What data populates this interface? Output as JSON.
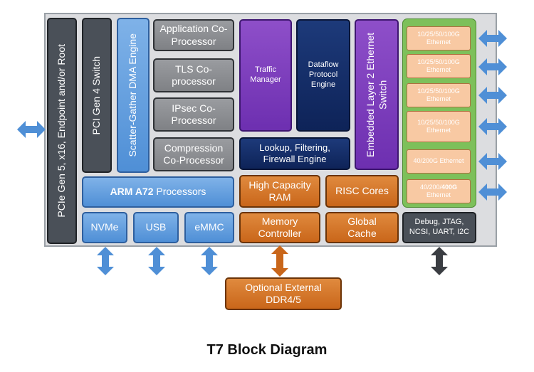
{
  "diagram": {
    "pcie": "PCIe Gen 5, x16, Endpoint and/or Root",
    "pci_switch": "PCI Gen 4 Switch",
    "dma": "Scatter-Gather DMA Engine",
    "app_coproc": "Application Co-Processor",
    "tls_coproc": "TLS Co-processor",
    "ipsec_coproc": "IPsec Co-Processor",
    "comp_coproc": "Compression Co-Processor",
    "traffic_manager": "Traffic Manager",
    "dataflow": "Dataflow Protocol Engine",
    "eth_switch": "Embedded Layer 2 Ethernet Switch",
    "lookup": "Lookup, Filtering, Firewall Engine",
    "arm_bold": "ARM A72",
    "arm_rest": " Processors",
    "high_ram": "High Capacity RAM",
    "risc": "RISC Cores",
    "nvme": "NVMe",
    "usb": "USB",
    "emmc": "eMMC",
    "mem_ctrl": "Memory Controller",
    "global_cache": "Global Cache",
    "debug": "Debug, JTAG, NCSI, UART, I2C",
    "eth_ports": [
      "10/25/50/100G Ethernet",
      "10/25/50/100G Ethernet",
      "10/25/50/100G Ethernet",
      "10/25/50/100G Ethernet",
      "40/200G Ethernet"
    ],
    "eth_last_prefix": "40/200/",
    "eth_last_bold": "400G",
    "eth_last_suffix": "Ethernet",
    "ddr": "Optional External DDR4/5",
    "caption": "T7 Block Diagram",
    "colors": {
      "blue_arrow": "#4f8fd6",
      "orange_arrow": "#c9661a",
      "dark_arrow": "#3a3d42"
    }
  }
}
